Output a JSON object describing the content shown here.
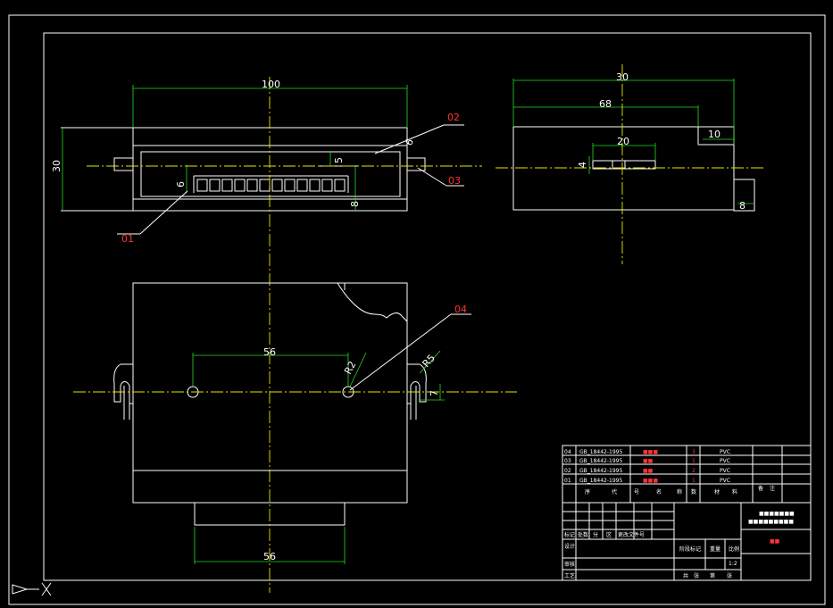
{
  "dimensions": {
    "front_width": "100",
    "front_height": "30",
    "front_small_a": "6",
    "front_small_b": "5",
    "front_small_c": "6",
    "front_small_d": "8",
    "side_total": "30",
    "side_inner": "68",
    "side_mid": "20",
    "side_right": "10",
    "side_small": "4",
    "side_bottom": "8",
    "top_hole_spacing": "56",
    "top_radius_a": "R2",
    "top_radius_b": "R5",
    "top_small": "7",
    "top_bottom_width": "56"
  },
  "part_labels": {
    "p01": "01",
    "p02": "02",
    "p03": "03",
    "p04": "04"
  },
  "title_block": {
    "parts": [
      {
        "no": "04",
        "std": "GB_18442-1995",
        "name": "■■■",
        "qty": "3",
        "material": "PVC"
      },
      {
        "no": "03",
        "std": "GB_18442-1995",
        "name": "■■",
        "qty": "1",
        "material": "PVC"
      },
      {
        "no": "02",
        "std": "GB_18442-1995",
        "name": "■■",
        "qty": "2",
        "material": "PVC"
      },
      {
        "no": "01",
        "std": "GB_18442-1995",
        "name": "■■■",
        "qty": "1",
        "material": "PVC"
      }
    ],
    "header_cells": [
      "序",
      "代",
      "号",
      "名",
      "称",
      "数",
      "材",
      "料",
      "备",
      "注"
    ],
    "company": "■■■■■■■",
    "drawing_title": "■■■■■■■■■",
    "drawing_name": "■■",
    "scale": "1:2",
    "sign_labels": [
      "标记",
      "处数",
      "分",
      "区",
      "更改文件号"
    ],
    "row_labels": [
      "设计",
      "审核",
      "工艺"
    ],
    "stage_labels": [
      "阶段标记",
      "重量",
      "比例"
    ],
    "bottom_labels": [
      "共",
      "张",
      "第",
      "张"
    ]
  }
}
